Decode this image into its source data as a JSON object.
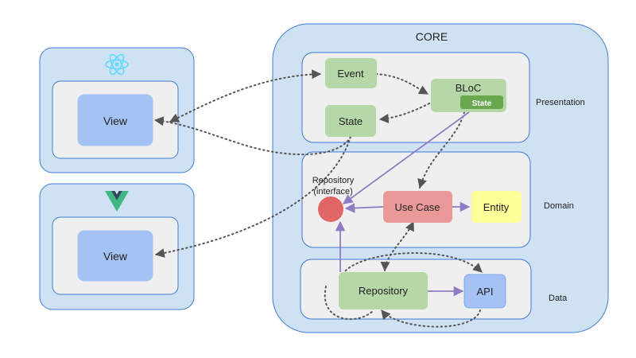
{
  "core": {
    "title": "CORE"
  },
  "layers": {
    "presentation": "Presentation",
    "domain": "Domain",
    "data": "Data"
  },
  "nodes": {
    "event": "Event",
    "state": "State",
    "bloc": "BLoC",
    "bloc_state_badge": "State",
    "repository_interface_line1": "Repository",
    "repository_interface_line2": "(interface)",
    "use_case": "Use Case",
    "entity": "Entity",
    "repository": "Repository",
    "api": "API"
  },
  "clients": [
    {
      "framework_icon": "react-icon",
      "view_label": "View"
    },
    {
      "framework_icon": "vue-icon",
      "view_label": "View"
    }
  ],
  "colors": {
    "outer_panel": "#cfe2f3",
    "outer_border": "#3c78d8",
    "inner_panel": "#efefef",
    "green_node": "#b6d7a8",
    "green_badge": "#6aa84f",
    "red_node": "#ea9999",
    "red_circle": "#e06666",
    "yellow_node": "#ffff99",
    "blue_node": "#a4c2f4",
    "arrow_purple": "#8e7cc3",
    "arrow_dotted": "#555555",
    "react_blue": "#61dafb",
    "vue_green": "#41b883",
    "vue_dark": "#35495e"
  }
}
